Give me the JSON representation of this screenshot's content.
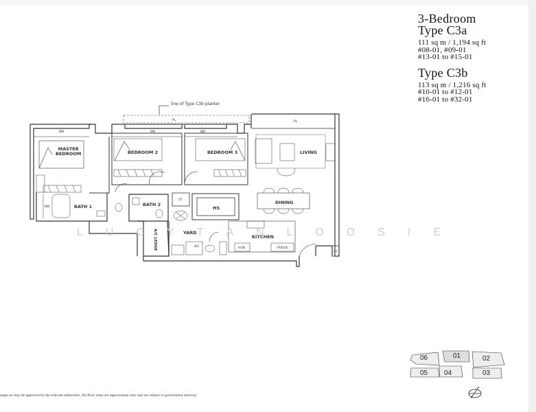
{
  "unit_info": {
    "title_line1": "3-Bedroom",
    "type_a": {
      "name": "Type C3a",
      "area": "111 sq m / 1,194 sq ft",
      "units_line1": "#08-01, #09-01",
      "units_line2": "#13-01 to #15-01"
    },
    "type_b": {
      "name": "Type C3b",
      "area": "113 sq m / 1,216 sq ft",
      "units_line1": "#10-01 to #12-01",
      "units_line2": "#16-01 to #32-01"
    }
  },
  "floor_plan": {
    "planter_note": "line of Type C3b planter",
    "rooms": {
      "master_bedroom_line1": "MASTER",
      "master_bedroom_line2": "BEDROOM",
      "bedroom2": "BEDROOM 2",
      "bedroom3": "BEDROOM 3",
      "living": "LIVING",
      "dining": "DINING",
      "bath1": "BATH 1",
      "bath2": "BATH 2",
      "hs": "HS",
      "yard": "YARD",
      "kitchen": "KITCHEN",
      "wc": "WC",
      "ac_ledge": "A/C LEDGE"
    },
    "small_labels": {
      "bw": "BW",
      "pl": "PL",
      "st": "ST",
      "hob": "HOB",
      "fridge": "FRIDGE"
    }
  },
  "watermark": [
    "L",
    "U",
    "C",
    "Y",
    "T",
    "A",
    "N",
    "L",
    "O",
    "O",
    "S",
    "I",
    "E"
  ],
  "key_plan": {
    "units": [
      "06",
      "01",
      "02",
      "05",
      "04",
      "03"
    ],
    "highlighted": "01",
    "north_icon": "north-arrow-icon"
  },
  "disclaimer": "anges as may be approved by the relevant authorities. All floor areas are approximate only and are subject to government resurvey."
}
